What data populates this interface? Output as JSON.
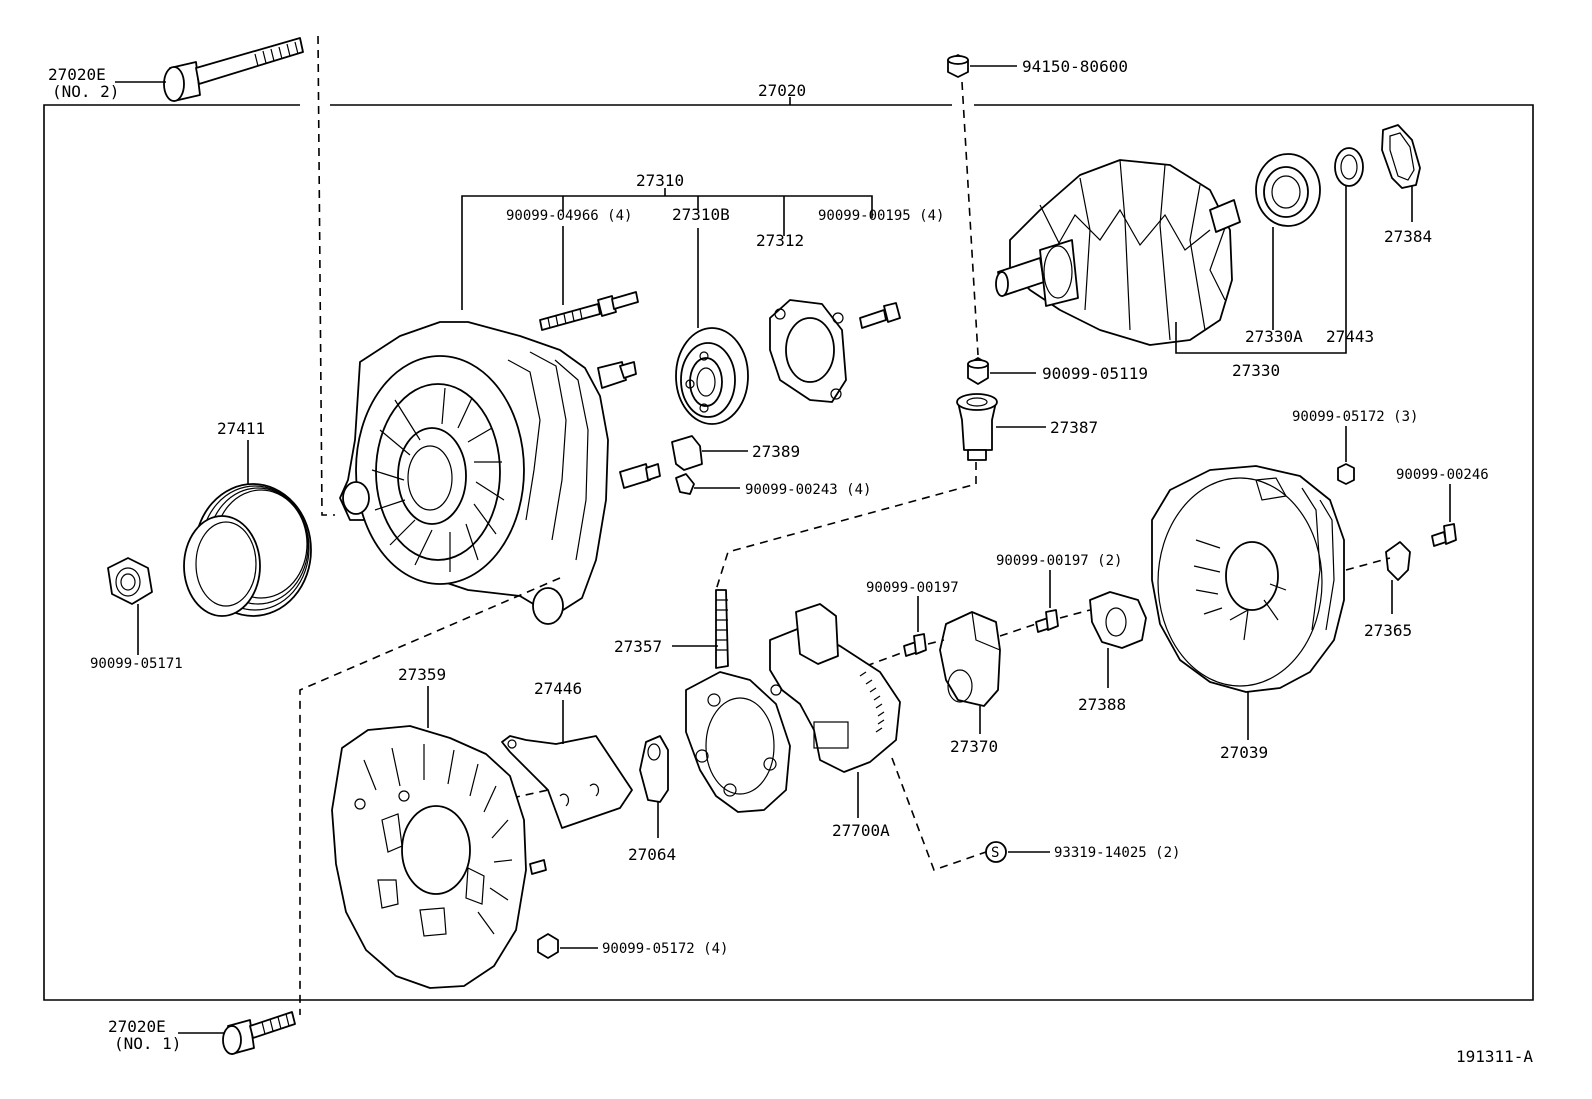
{
  "diagram": {
    "assembly_number": "27020",
    "bracket_27310": "27310",
    "bracket_27330": "27330",
    "labels": {
      "l_27020e_no2": "27020E",
      "l_27020e_no2_sub": "(NO. 2)",
      "l_27020e_no1": "27020E",
      "l_27020e_no1_sub": "(NO. 1)",
      "l_9415080600": "94150-80600",
      "l_9009904966": "90099-04966 (4)",
      "l_27310b": "27310B",
      "l_9009900195": "90099-00195 (4)",
      "l_27312": "27312",
      "l_27384": "27384",
      "l_27330a": "27330A",
      "l_27443": "27443",
      "l_9009905119": "90099-05119",
      "l_27411": "27411",
      "l_27389": "27389",
      "l_9009900243": "90099-00243 (4)",
      "l_27387": "27387",
      "l_9009905172_3": "90099-05172 (3)",
      "l_9009900246": "90099-00246",
      "l_9009905171": "90099-05171",
      "l_9009900197": "90099-00197",
      "l_9009900197_2": "90099-00197 (2)",
      "l_27357": "27357",
      "l_27359": "27359",
      "l_27446": "27446",
      "l_27365": "27365",
      "l_27388": "27388",
      "l_27370": "27370",
      "l_27039": "27039",
      "l_27064": "27064",
      "l_27700a": "27700A",
      "l_9331914025": "93319-14025 (2)",
      "l_9009905172_4": "90099-05172 (4)",
      "s_symbol": "S"
    },
    "figure_code": "191311-A"
  }
}
